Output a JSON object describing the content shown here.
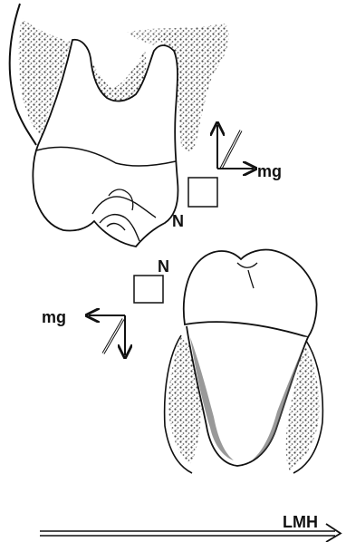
{
  "labels": {
    "mg_upper": "mg",
    "n_upper": "N",
    "n_lower": "N",
    "mg_lower": "mg",
    "lmh": "LMH"
  },
  "colors": {
    "line": "#111111",
    "shade": "#3a3a3a",
    "paper": "#ffffff"
  }
}
